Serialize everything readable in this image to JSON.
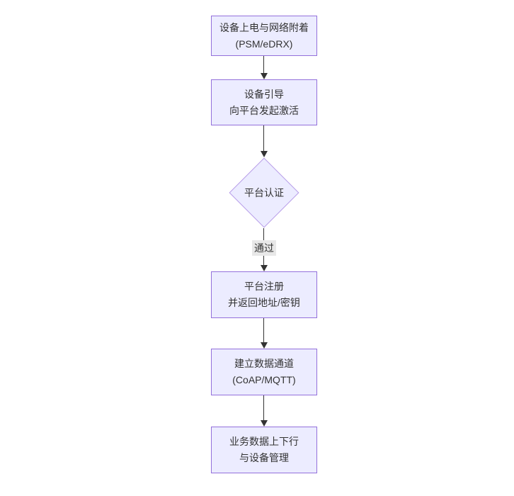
{
  "diagram": {
    "type": "flowchart",
    "direction": "top-down",
    "colors": {
      "background": "#ffffff",
      "node_fill": "#ECECFF",
      "node_border": "#9370DB",
      "diamond_border": "#b79ce8",
      "edge_color": "#333333",
      "text_color": "#333333",
      "edge_label_bg": "#e8e8e8"
    },
    "nodes": [
      {
        "id": "power-network-attach",
        "shape": "rect",
        "lines": [
          "设备上电与网络附着",
          "(PSM/eDRX)"
        ]
      },
      {
        "id": "device-bootstrap",
        "shape": "rect",
        "lines": [
          "设备引导",
          "向平台发起激活"
        ]
      },
      {
        "id": "platform-auth",
        "shape": "diamond",
        "lines": [
          "平台认证"
        ]
      },
      {
        "id": "platform-register",
        "shape": "rect",
        "lines": [
          "平台注册",
          "并返回地址/密钥"
        ]
      },
      {
        "id": "data-channel",
        "shape": "rect",
        "lines": [
          "建立数据通道",
          "(CoAP/MQTT)"
        ]
      },
      {
        "id": "business-data",
        "shape": "rect",
        "lines": [
          "业务数据上下行",
          "与设备管理"
        ]
      }
    ],
    "edges": [
      {
        "from": "power-network-attach",
        "to": "device-bootstrap",
        "label": ""
      },
      {
        "from": "device-bootstrap",
        "to": "platform-auth",
        "label": ""
      },
      {
        "from": "platform-auth",
        "to": "platform-register",
        "label": "通过"
      },
      {
        "from": "platform-register",
        "to": "data-channel",
        "label": ""
      },
      {
        "from": "data-channel",
        "to": "business-data",
        "label": ""
      }
    ]
  }
}
